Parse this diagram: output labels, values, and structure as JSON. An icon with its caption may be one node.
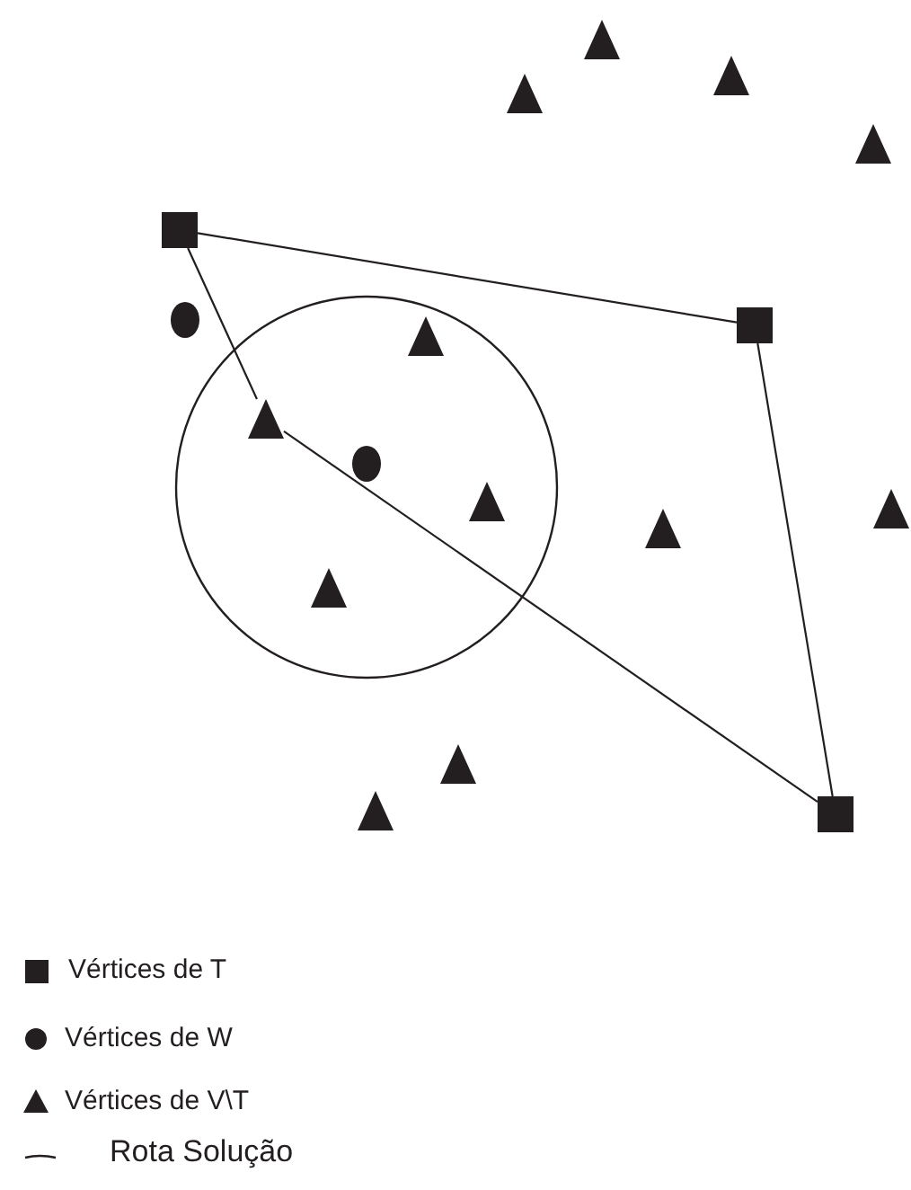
{
  "diagram": {
    "nodes": [
      {
        "text": [],
        "shape": "triangle"
      },
      {
        "text": [],
        "shape": "triangle"
      },
      {
        "text": [],
        "shape": "triangle"
      },
      {
        "text": [],
        "shape": "triangle"
      },
      {
        "text": [],
        "shape": "box"
      },
      {
        "text": [],
        "shape": "circle"
      },
      {
        "text": [],
        "shape": "box"
      },
      {
        "text": [],
        "shape": "triangle"
      },
      {
        "text": [],
        "shape": "triangle"
      },
      {
        "text": [],
        "shape": "circle"
      },
      {
        "text": [],
        "shape": "triangle"
      },
      {
        "text": [],
        "shape": "triangle"
      },
      {
        "text": [],
        "shape": "triangle"
      },
      {
        "text": [],
        "shape": "triangle"
      },
      {
        "text": [],
        "shape": "triangle"
      },
      {
        "text": [],
        "shape": "triangle"
      },
      {
        "text": [],
        "shape": "box"
      }
    ],
    "edges": [
      {
        "from": 4,
        "to": 6,
        "arrow": "none"
      },
      {
        "from": 6,
        "to": 16,
        "arrow": "none"
      },
      {
        "from": 16,
        "to": 8,
        "arrow": "none"
      },
      {
        "from": 8,
        "to": 4,
        "arrow": "none"
      }
    ],
    "legend": [
      {
        "text": "Vértices de T"
      },
      {
        "text": "Vértices de W"
      },
      {
        "text": "Vértices de V\\T"
      },
      {
        "text": "Rota Solução"
      }
    ]
  }
}
